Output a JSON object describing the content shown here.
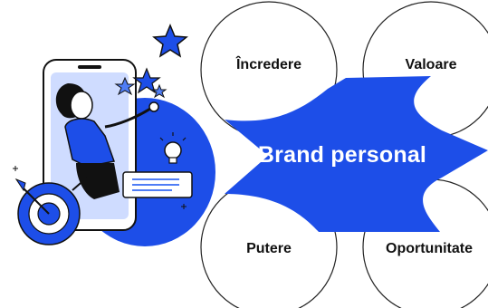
{
  "diagram": {
    "center_label": "Brand personal",
    "nodes": [
      {
        "id": "top-left",
        "label": "Încredere"
      },
      {
        "id": "top-right",
        "label": "Valoare"
      },
      {
        "id": "bottom-left",
        "label": "Putere"
      },
      {
        "id": "bottom-right",
        "label": "Oportunitate"
      }
    ]
  },
  "colors": {
    "brand_blue": "#1d4ee8",
    "light_blue": "#4f7df5",
    "ink": "#111111",
    "outline": "#222222"
  },
  "illustration": {
    "icons": [
      "woman-figure-icon",
      "smartphone-icon",
      "star-icon",
      "lightbulb-icon",
      "target-icon",
      "arrow-icon",
      "message-card-icon"
    ]
  }
}
